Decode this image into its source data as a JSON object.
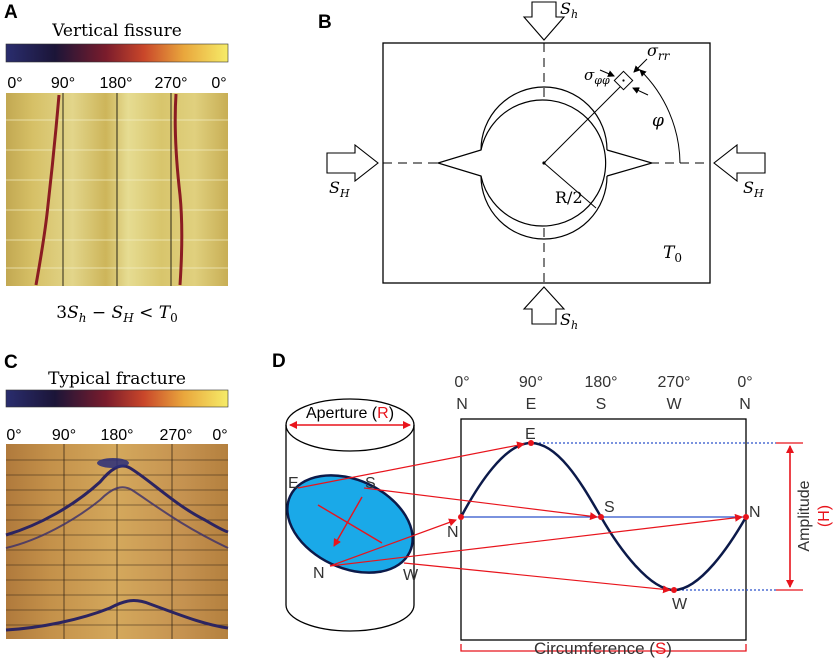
{
  "panels": {
    "A": {
      "letter": "A",
      "title": "Vertical fissure",
      "ticks": [
        "0°",
        "90°",
        "180°",
        "270°",
        "0°"
      ],
      "caption_parts": [
        "3",
        "S",
        "h",
        " − ",
        "S",
        "H",
        " < ",
        "T",
        "0"
      ]
    },
    "B": {
      "letter": "B",
      "s_h": [
        "S",
        "h"
      ],
      "s_H": [
        "S",
        "H"
      ],
      "sigma_rr": [
        "σ",
        "rr"
      ],
      "sigma_phiphi": [
        "σ",
        "φφ"
      ],
      "phi": "φ",
      "radius_label": "R/2",
      "t0": [
        "T",
        "0"
      ]
    },
    "C": {
      "letter": "C",
      "title": "Typical fracture",
      "ticks": [
        "0°",
        "90°",
        "180°",
        "270°",
        "0°"
      ]
    },
    "D": {
      "letter": "D",
      "degrees": [
        "0°",
        "90°",
        "180°",
        "270°",
        "0°"
      ],
      "directions": [
        "N",
        "E",
        "S",
        "W",
        "N"
      ],
      "aperture_text": "Aperture (",
      "aperture_symbol": "R",
      "close_paren": ")",
      "amplitude_text": "Amplitude",
      "amplitude_symbol": "(H)",
      "circumference_text": "Circumference (",
      "circumference_symbol": "S",
      "ellipse_labels": {
        "E": "E",
        "S": "S",
        "N": "N",
        "W": "W"
      },
      "curve_labels": {
        "N_left": "N",
        "E": "E",
        "S": "S",
        "W": "W",
        "N_right": "N"
      }
    }
  },
  "colors": {
    "red": "#e8141c",
    "blue_fill": "#1aa9e8",
    "navy": "#0c1a4a",
    "blue_line": "#2a52c9"
  }
}
